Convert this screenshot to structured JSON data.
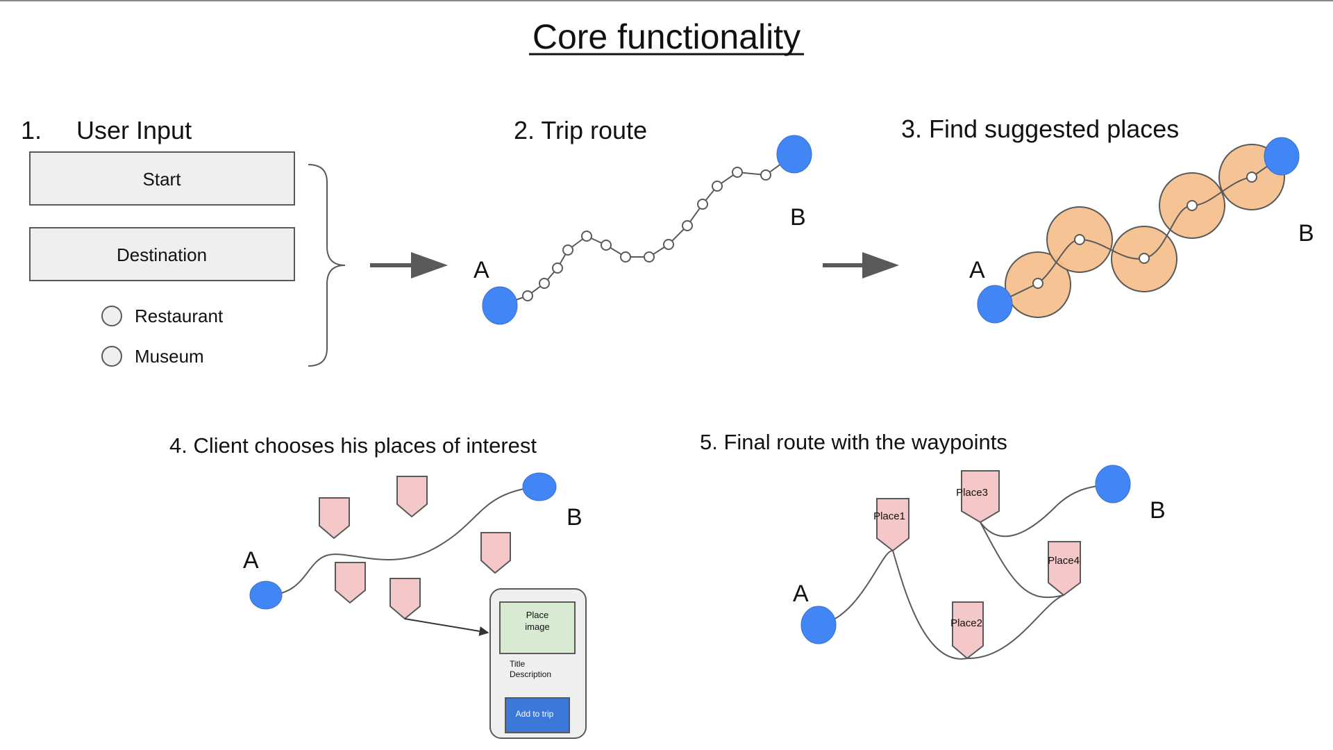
{
  "title": "Core functionality",
  "step1": {
    "number": "1.",
    "label": "User Input",
    "start_label": "Start",
    "destination_label": "Destination",
    "options": [
      "Restaurant",
      "Museum"
    ]
  },
  "step2": {
    "label": "2. Trip route",
    "point_a": "A",
    "point_b": "B"
  },
  "step3": {
    "label": "3. Find suggested places",
    "point_a": "A",
    "point_b": "B"
  },
  "step4": {
    "label": "4. Client chooses his places of interest",
    "point_a": "A",
    "point_b": "B",
    "card": {
      "image_line1": "Place",
      "image_line2": "image",
      "title": "Title",
      "description": "Description",
      "button": "Add to trip"
    }
  },
  "step5": {
    "label": "5. Final route with the waypoints",
    "point_a": "A",
    "point_b": "B",
    "places": [
      "Place1",
      "Place2",
      "Place3",
      "Place4"
    ]
  },
  "colors": {
    "endpoint": "#4285f4",
    "buffer_fill": "#f6c08f",
    "marker_fill": "#f4c7c9",
    "card_image": "#d9ead3",
    "card_button": "#3c78d8",
    "input_fill": "#efefef",
    "arrow": "#595959"
  },
  "icons": [
    "right-arrow-icon",
    "curly-brace-icon",
    "place-marker-icon",
    "location-pin-icon"
  ]
}
